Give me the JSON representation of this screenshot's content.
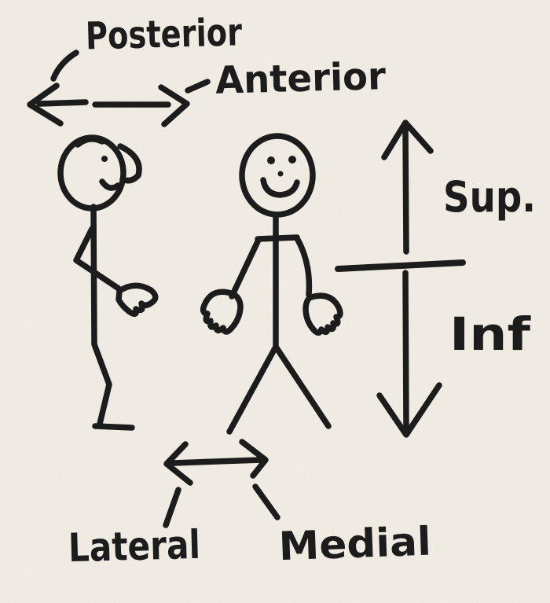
{
  "colors": {
    "paper": "#f5f1e8",
    "ink": "#1c1c1c"
  },
  "labels": {
    "posterior": "Posterior",
    "anterior": "Anterior",
    "superior": "Sup.",
    "inferior": "Inf",
    "lateral": "Lateral",
    "medial": "Medial"
  },
  "drawing_elements": {
    "posterior_anterior_axis": "horizontal double-headed arrow (top left)",
    "superior_arrow": "upward arrow (right side)",
    "transverse_line": "horizontal divider between Sup. and Inf",
    "inferior_arrow": "downward arrow (right side)",
    "lateral_medial_axis": "horizontal double-headed arrow (bottom center)",
    "profile_figure": "stick figure in side view facing right",
    "front_figure": "smiling stick figure in front view"
  }
}
